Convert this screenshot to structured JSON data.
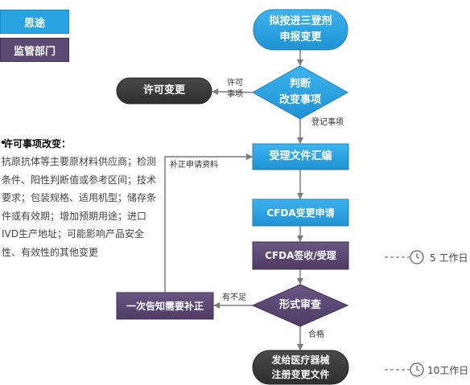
{
  "legend": {
    "idea_label": "思途",
    "dept_label": "监管部门"
  },
  "colors": {
    "blue": "#29a3e2",
    "purple": "#5d4a74",
    "dark": "#3b3b3b",
    "line": "#7a7a7a"
  },
  "nodes": {
    "start": "拟按进三登剂\n申报变更",
    "judge": "判断\n改变事项",
    "license_change": "许可变更",
    "compile": "受理文件汇编",
    "cfda_apply": "CFDA变更申请",
    "cfda_accept": "CFDA签收/受理",
    "review": "形式审查",
    "notify": "一次告知需要补正",
    "issue": "发给医疗器械\n注册变更文件"
  },
  "edge_labels": {
    "license": "许可\n事项",
    "register": "登记事项",
    "supplement": "补正申请资料",
    "insufficient": "有不足",
    "qualified": "合格"
  },
  "note": {
    "title": "许可事项改变：",
    "body": "抗原抗体等主要原材料供应商；检测条件、阳性判断值或参考区间；技术要求；包装规格、适用机型；储存条件或有效期；增加预期用途；进口IVD生产地址；可能影响产品安全性、有效性的其他变更"
  },
  "timings": {
    "accept": "5 工作日",
    "issue": "10工作日"
  }
}
